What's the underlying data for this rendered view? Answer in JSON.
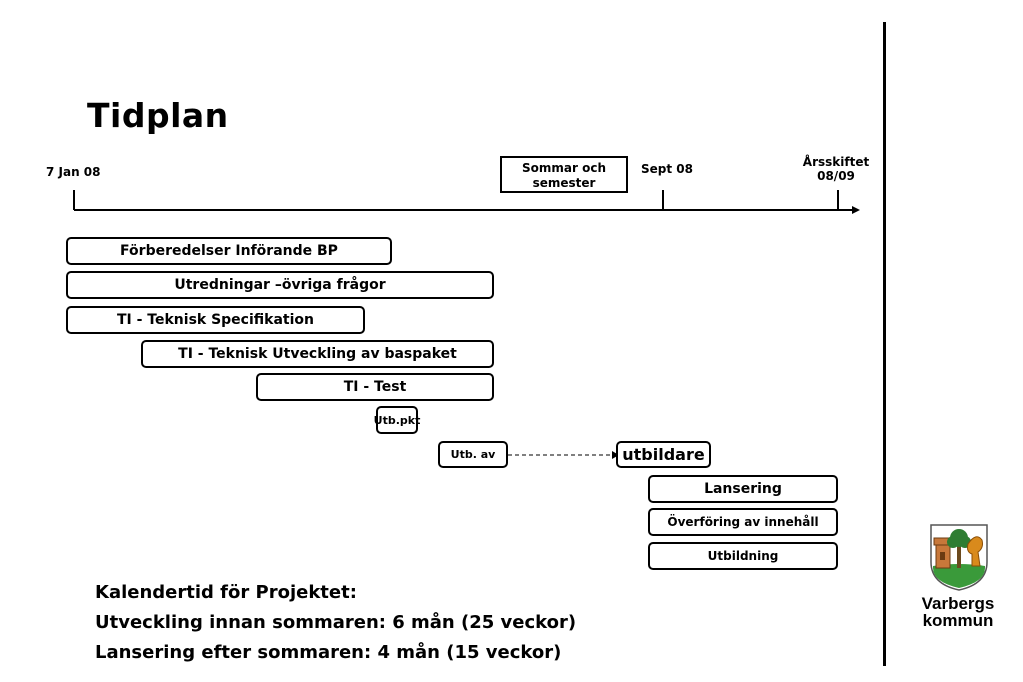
{
  "title": "Tidplan",
  "timeline": {
    "start_label": "7 Jan 08",
    "sept_label": "Sept 08",
    "year_end_label_line1": "Årsskiftet",
    "year_end_label_line2": "08/09",
    "summer_box_line1": "Sommar och",
    "summer_box_line2": "semester"
  },
  "tasks": [
    {
      "label": "Förberedelser Införande BP"
    },
    {
      "label": "Utredningar –övriga frågor"
    },
    {
      "label": "TI - Teknisk Specifikation"
    },
    {
      "label": "TI - Teknisk Utveckling av baspaket"
    },
    {
      "label": "TI - Test"
    },
    {
      "label": "Utb.pkt"
    },
    {
      "label": "Utb. av"
    },
    {
      "label": "utbildare"
    },
    {
      "label": "Lansering"
    },
    {
      "label": "Överföring av innehåll"
    },
    {
      "label": "Utbildning"
    }
  ],
  "summary": {
    "line1": "Kalendertid för Projektet:",
    "line2": "Utveckling innan sommaren: 6 mån (25 veckor)",
    "line3": "Lansering efter sommaren: 4 mån (15 veckor)"
  },
  "logo": {
    "line1": "Varbergs",
    "line2": "kommun",
    "colors": {
      "shield_green": "#3a9a3a",
      "tree": "#2e7d32",
      "lion": "#d98a1c",
      "tower": "#c8783a"
    }
  }
}
